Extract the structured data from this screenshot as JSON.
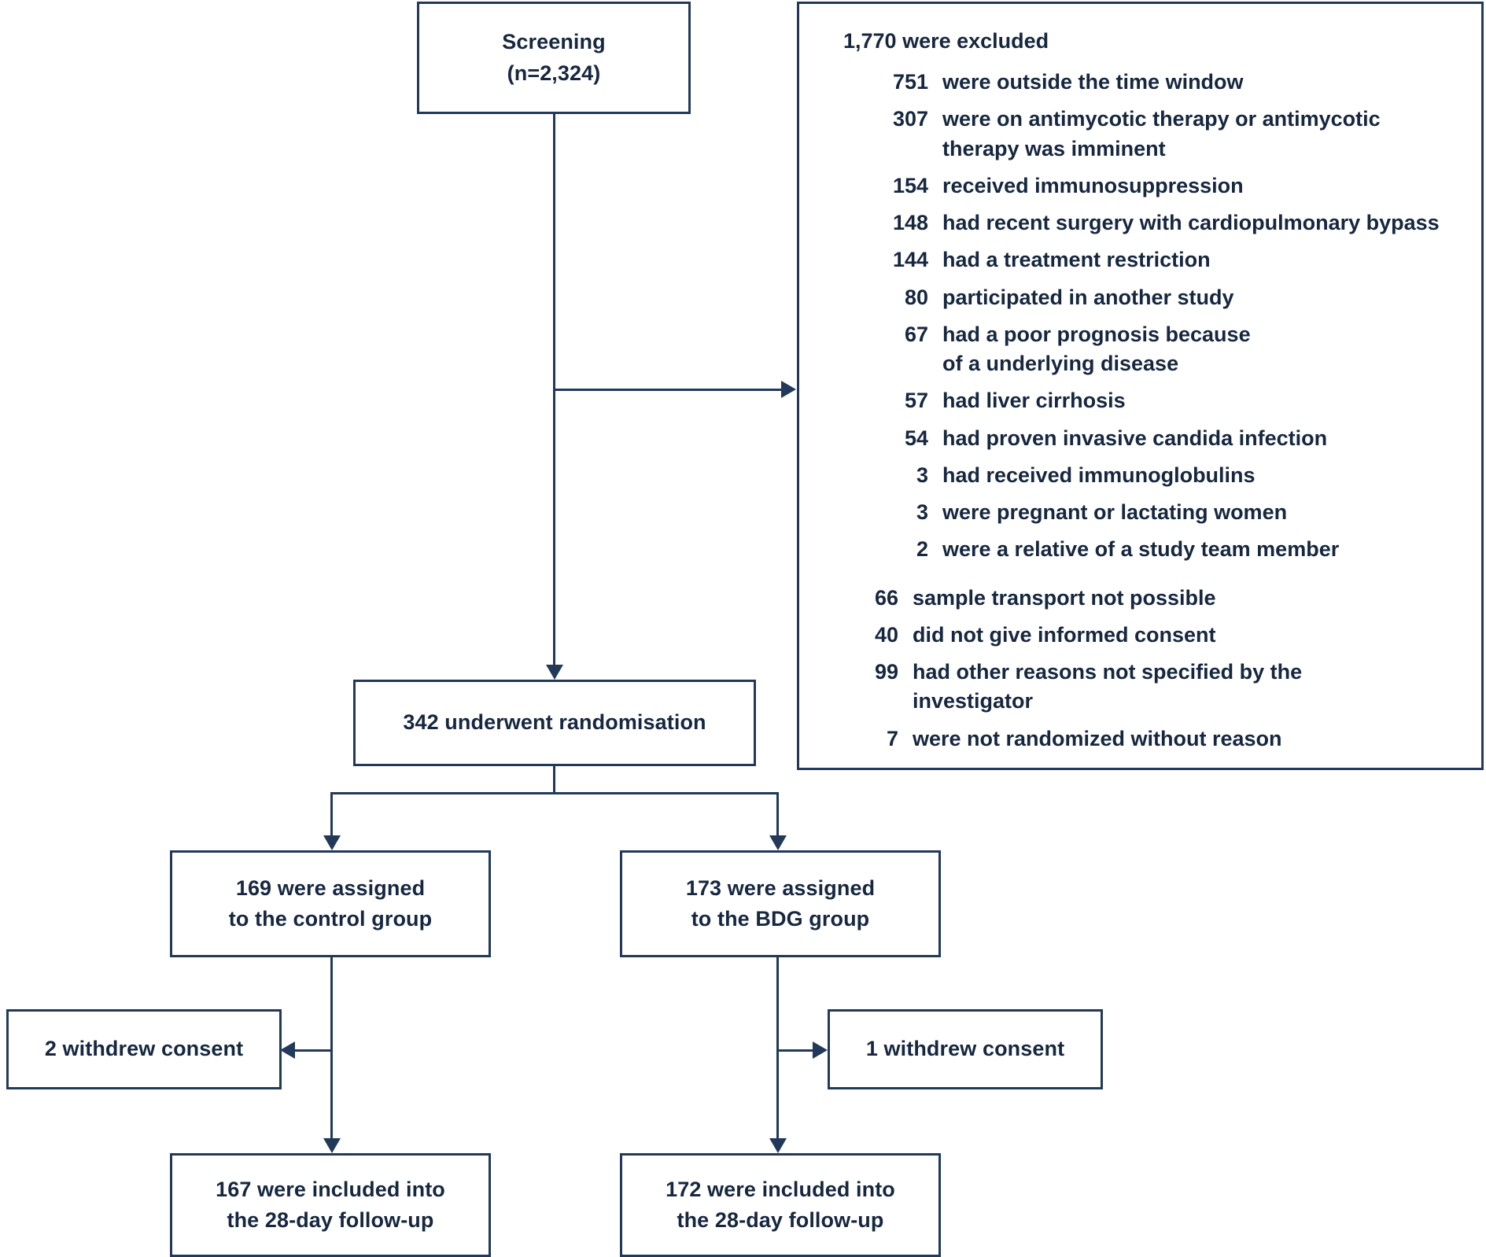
{
  "diagram": {
    "type": "consort-flow-diagram",
    "accent_color": "#22395a",
    "text_color": "#16273f",
    "background_color": "#ffffff"
  },
  "screening": {
    "line1": "Screening",
    "line2": "(n=2,324)"
  },
  "exclusions": {
    "heading": "1,770 were excluded",
    "items": [
      {
        "n": "751",
        "text": "were outside the time window",
        "level": 1,
        "cont": ""
      },
      {
        "n": "307",
        "text": "were on antimycotic therapy or antimycotic",
        "level": 1,
        "cont": "therapy was imminent"
      },
      {
        "n": "154",
        "text": "received immunosuppression",
        "level": 1,
        "cont": ""
      },
      {
        "n": "148",
        "text": "had recent surgery with cardiopulmonary bypass",
        "level": 1,
        "cont": ""
      },
      {
        "n": "144",
        "text": "had a treatment restriction",
        "level": 1,
        "cont": ""
      },
      {
        "n": "80",
        "text": "participated in another study",
        "level": 1,
        "cont": ""
      },
      {
        "n": "67",
        "text": "had a poor prognosis because",
        "level": 1,
        "cont": "of a underlying disease"
      },
      {
        "n": "57",
        "text": "had liver cirrhosis",
        "level": 1,
        "cont": ""
      },
      {
        "n": "54",
        "text": "had proven invasive candida infection",
        "level": 1,
        "cont": ""
      },
      {
        "n": "3",
        "text": "had received immunoglobulins",
        "level": 1,
        "cont": ""
      },
      {
        "n": "3",
        "text": "were pregnant or lactating women",
        "level": 1,
        "cont": ""
      },
      {
        "n": "2",
        "text": "were a relative of a study team member",
        "level": 1,
        "cont": ""
      },
      {
        "n": "66",
        "text": "sample transport not possible",
        "level": 0,
        "cont": ""
      },
      {
        "n": "40",
        "text": "did not give informed consent",
        "level": 0,
        "cont": ""
      },
      {
        "n": "99",
        "text": "had other reasons not specified by the",
        "level": 0,
        "cont": "investigator"
      },
      {
        "n": "7",
        "text": "were not randomized without reason",
        "level": 0,
        "cont": ""
      }
    ]
  },
  "randomisation": {
    "label": "342 underwent randomisation"
  },
  "control_group": {
    "line1": "169 were assigned",
    "line2": "to the control group"
  },
  "bdg_group": {
    "line1": "173 were assigned",
    "line2": "to the BDG group"
  },
  "control_withdrew": {
    "label": "2 withdrew consent"
  },
  "bdg_withdrew": {
    "label": "1 withdrew consent"
  },
  "control_followup": {
    "line1": "167 were included into",
    "line2": "the 28-day follow-up"
  },
  "bdg_followup": {
    "line1": "172 were included into",
    "line2": "the 28-day follow-up"
  }
}
